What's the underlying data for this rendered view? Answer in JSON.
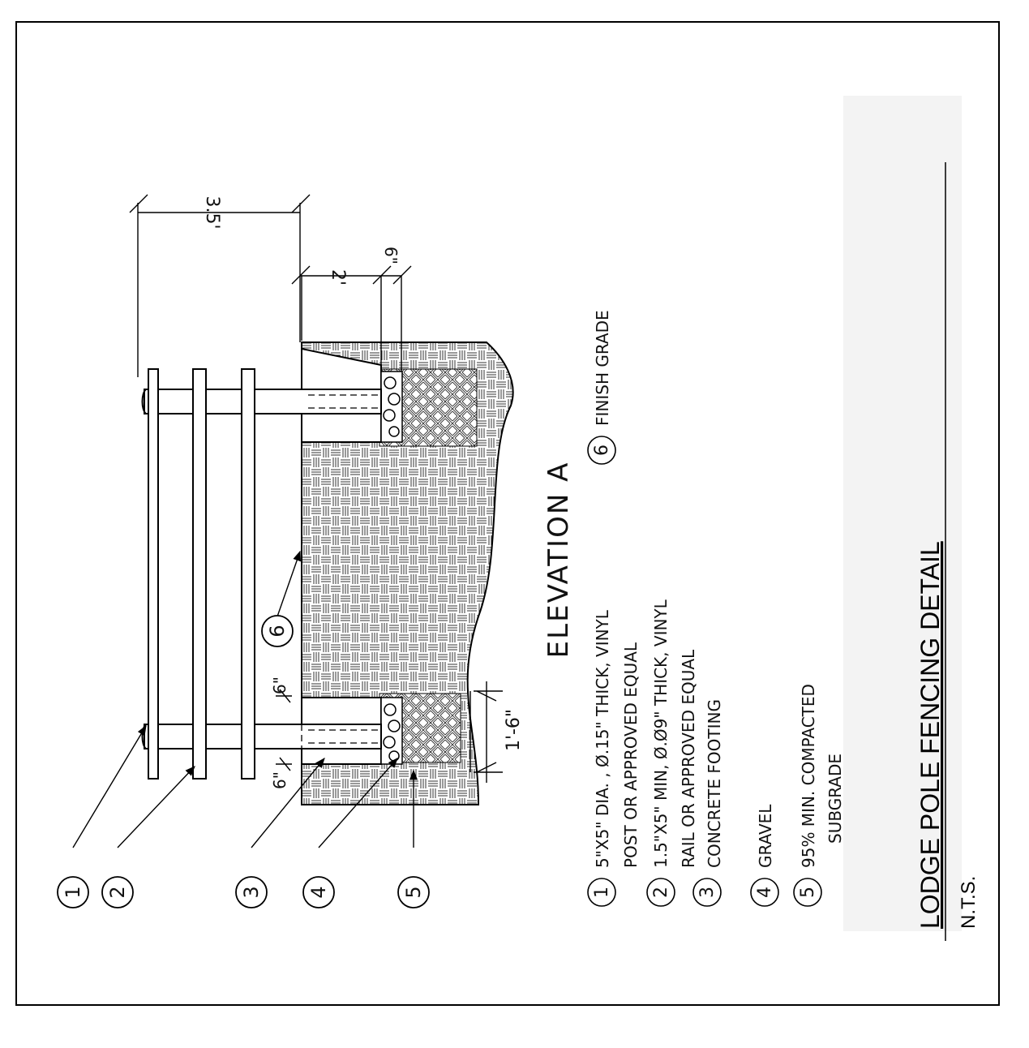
{
  "drawing": {
    "title": "LODGE POLE FENCING DETAIL",
    "scale": "N.T.S.",
    "view_label": "ELEVATION A"
  },
  "dimensions": {
    "overall_height": "3.5'",
    "footing_depth": "2'",
    "gravel_depth": "6\"",
    "footing_width": "1'-6\"",
    "side_left": "6\"",
    "side_right": "6\""
  },
  "callouts": [
    "1",
    "2",
    "3",
    "4",
    "5",
    "6"
  ],
  "legend": {
    "item1_num": "1",
    "item1_line1": "5\"X5\" DIA. , Ø.15\" THICK, VINYL",
    "item1_line2": "POST OR APPROVED EQUAL",
    "item2_num": "2",
    "item2_line1": "1.5\"X5\" MIN, Ø.Ø9\" THICK, VINYL",
    "item2_line2": "RAIL OR APPROVED EQUAL",
    "item3_num": "3",
    "item3_line1": "CONCRETE FOOTING",
    "item4_num": "4",
    "item4_line1": "GRAVEL",
    "item5_num": "5",
    "item5_line1": "95% MIN. COMPACTED",
    "item5_line2": "SUBGRADE",
    "item6_num": "6",
    "item6_line1": "FINISH GRADE"
  },
  "colors": {
    "ink": "#000000",
    "paper": "#ffffff",
    "shade": "#f3f3f3"
  }
}
